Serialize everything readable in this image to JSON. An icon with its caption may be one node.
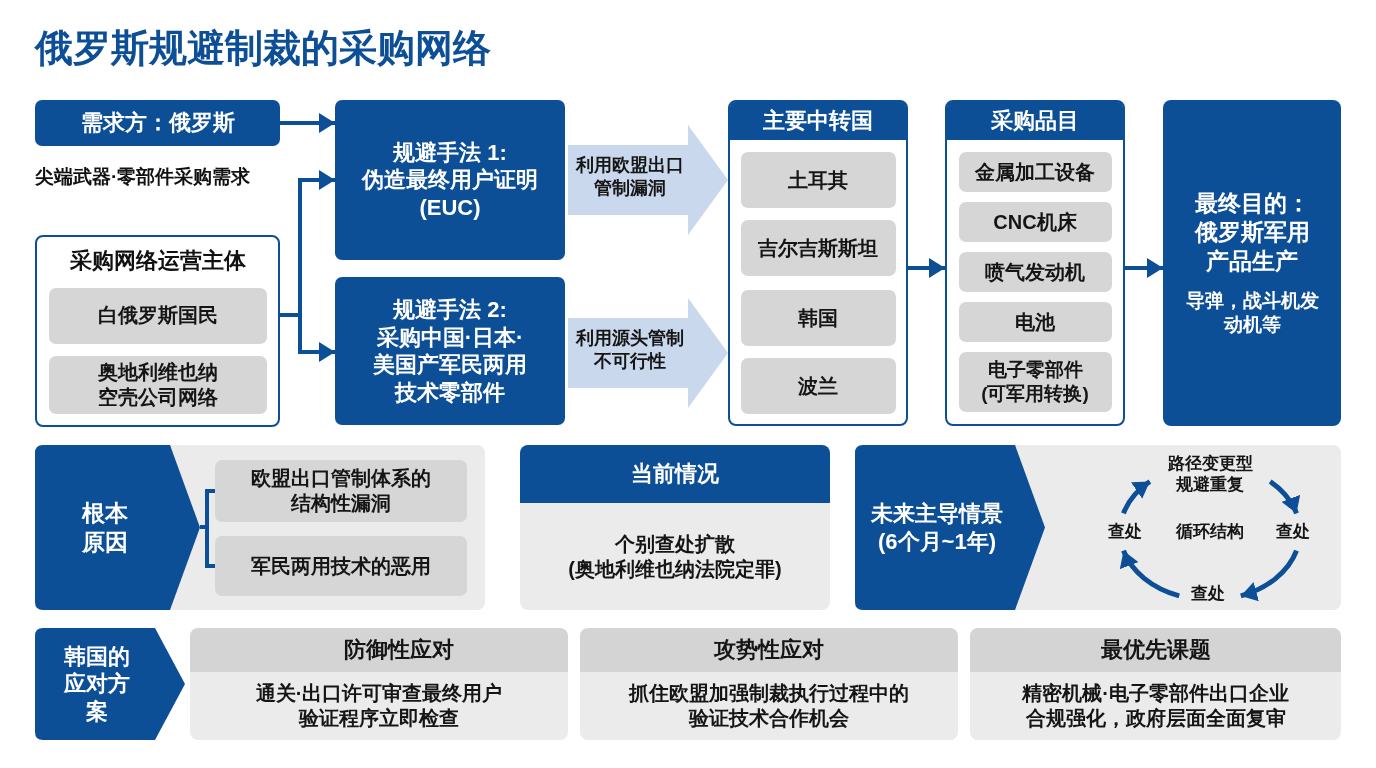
{
  "diagram": {
    "title": "俄罗斯规避制裁的采购网络",
    "nodes": [
      {
        "text": [
          "需求方：俄罗斯"
        ],
        "beside": [
          "尖端武器·零部件采购需求"
        ]
      },
      {
        "text": [
          "采购网络运营主体"
        ]
      },
      {
        "text": [
          "白俄罗斯国民"
        ],
        "in": 1
      },
      {
        "text": [
          "奥地利维也纳空壳公司网络"
        ],
        "in": 1
      },
      {
        "text": [
          "规避手法 1: 伪造最终用户证明 (EUC)"
        ]
      },
      {
        "text": [
          "规避手法 2: 采购中国·日本·美国产军民两用技术零部件"
        ]
      },
      {
        "text": [
          "主要中转国"
        ]
      },
      {
        "text": [
          "土耳其"
        ],
        "in": 6
      },
      {
        "text": [
          "吉尔吉斯斯坦"
        ],
        "in": 6
      },
      {
        "text": [
          "韩国"
        ],
        "in": 6
      },
      {
        "text": [
          "波兰"
        ],
        "in": 6
      },
      {
        "text": [
          "采购品目"
        ]
      },
      {
        "text": [
          "金属加工设备"
        ],
        "in": 11
      },
      {
        "text": [
          "CNC机床"
        ],
        "in": 11
      },
      {
        "text": [
          "喷气发动机"
        ],
        "in": 11
      },
      {
        "text": [
          "电池"
        ],
        "in": 11
      },
      {
        "text": [
          "电子零部件 (可军用转换)"
        ],
        "in": 11
      },
      {
        "text": [
          "最终目的：俄罗斯军用产品生产",
          "导弹，战斗机发动机等"
        ]
      },
      {
        "text": [
          "根本原因"
        ]
      },
      {
        "text": [
          "欧盟出口管制体系的结构性漏洞"
        ]
      },
      {
        "text": [
          "军民两用技术的恶用"
        ]
      },
      {
        "text": [
          "当前情况",
          "个别查处扩散 (奥地利维也纳法院定罪)"
        ]
      },
      {
        "text": [
          "未来主导情景 (6个月~1年)"
        ]
      },
      {
        "text": [
          "路径变更型规避重复"
        ]
      },
      {
        "text": [
          "查处"
        ]
      },
      {
        "text": [
          "查处"
        ]
      },
      {
        "text": [
          "查处"
        ]
      },
      {
        "text": [
          "韩国的应对方案"
        ]
      },
      {
        "text": [
          "防御性应对",
          "通关·出口许可审查最终用户验证程序立即检查"
        ]
      },
      {
        "text": [
          "攻势性应对",
          "抓住欧盟加强制裁执行过程中的验证技术合作机会"
        ]
      },
      {
        "text": [
          "最优先课题",
          "精密机械·电子零部件出口企业合规强化，政府层面全面复审"
        ]
      }
    ],
    "edges": [
      {
        "from": 0,
        "to": 4,
        "arrow": "to"
      },
      {
        "from": 1,
        "to": 4,
        "arrow": "to"
      },
      {
        "from": 1,
        "to": 5,
        "arrow": "to"
      },
      {
        "from": 4,
        "to": 6,
        "arrow": "to",
        "label": "利用欧盟出口管制漏洞",
        "color": "#c9d8ec"
      },
      {
        "from": 5,
        "to": 6,
        "arrow": "to",
        "label": "利用源头管制不可行性",
        "color": "#c9d8ec"
      },
      {
        "from": 6,
        "to": 11,
        "arrow": "to"
      },
      {
        "from": 11,
        "to": 17,
        "arrow": "to"
      },
      {
        "from": 18,
        "to": 19,
        "arrow": "none"
      },
      {
        "from": 18,
        "to": 20,
        "arrow": "none"
      },
      {
        "from": 23,
        "to": 24,
        "arrow": "to"
      },
      {
        "from": 24,
        "to": 25,
        "arrow": "to"
      },
      {
        "from": 25,
        "to": 26,
        "arrow": "to"
      },
      {
        "from": 26,
        "to": 23,
        "arrow": "to"
      }
    ],
    "labels": [
      "循环结构"
    ]
  }
}
